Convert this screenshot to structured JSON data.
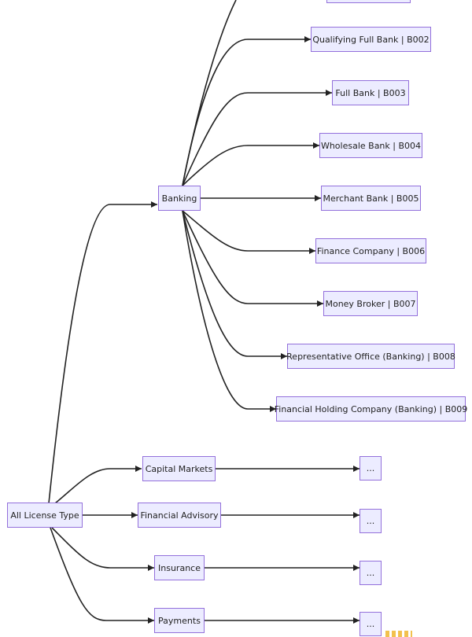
{
  "diagram": {
    "root": {
      "label": "All License Type"
    },
    "categories": [
      {
        "id": "banking",
        "label": "Banking"
      },
      {
        "id": "capital-markets",
        "label": "Capital Markets"
      },
      {
        "id": "financial-advisory",
        "label": "Financial Advisory"
      },
      {
        "id": "insurance",
        "label": "Insurance"
      },
      {
        "id": "payments",
        "label": "Payments"
      }
    ],
    "banking_children": [
      {
        "id": "b001",
        "label": ""
      },
      {
        "id": "b002",
        "label": "Qualifying Full Bank  |  B002"
      },
      {
        "id": "b003",
        "label": "Full Bank  |  B003"
      },
      {
        "id": "b004",
        "label": "Wholesale Bank  |  B004"
      },
      {
        "id": "b005",
        "label": "Merchant Bank  |  B005"
      },
      {
        "id": "b006",
        "label": "Finance Company  |  B006"
      },
      {
        "id": "b007",
        "label": "Money Broker  |  B007"
      },
      {
        "id": "b008",
        "label": "Representative Office (Banking)  |  B008"
      },
      {
        "id": "b009",
        "label": "Financial Holding Company (Banking)  |  B009"
      }
    ],
    "collapsed": [
      {
        "id": "capital-markets-more",
        "label": "..."
      },
      {
        "id": "financial-advisory-more",
        "label": "..."
      },
      {
        "id": "insurance-more",
        "label": "..."
      },
      {
        "id": "payments-more",
        "label": "..."
      }
    ],
    "colors": {
      "node_fill": "#ECECFF",
      "node_border": "#9370DB",
      "edge": "#222222"
    }
  }
}
